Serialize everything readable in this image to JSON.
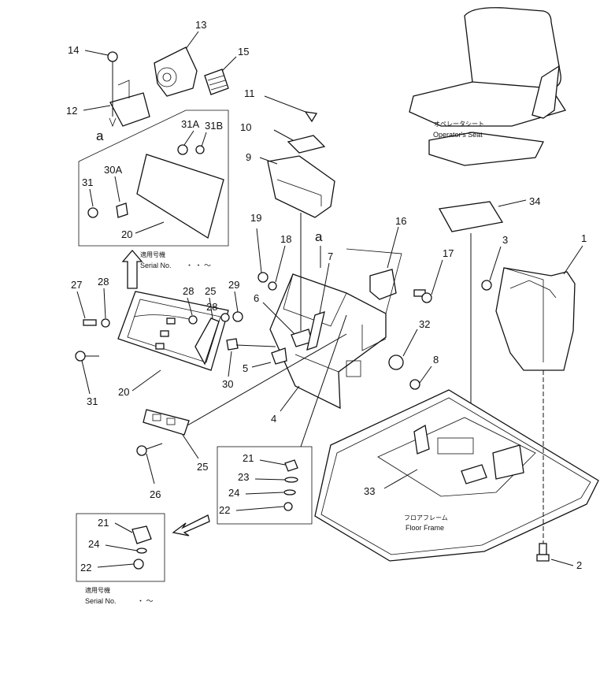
{
  "diagram": {
    "part_numbers": [
      "1",
      "2",
      "3",
      "4",
      "5",
      "6",
      "7",
      "8",
      "9",
      "10",
      "11",
      "12",
      "13",
      "14",
      "15",
      "16",
      "17",
      "18",
      "19",
      "20",
      "20",
      "21",
      "21",
      "22",
      "22",
      "23",
      "24",
      "24",
      "25",
      "25",
      "26",
      "27",
      "28",
      "28",
      "28",
      "29",
      "30",
      "30A",
      "31",
      "31",
      "31A",
      "31B",
      "32",
      "33",
      "34"
    ],
    "callouts": {
      "p1": "1",
      "p2": "2",
      "p3": "3",
      "p4": "4",
      "p5": "5",
      "p6": "6",
      "p7": "7",
      "p8": "8",
      "p9": "9",
      "p10": "10",
      "p11": "11",
      "p12": "12",
      "p13": "13",
      "p14": "14",
      "p15": "15",
      "p16": "16",
      "p17": "17",
      "p18": "18",
      "p19": "19",
      "p20a": "20",
      "p20b": "20",
      "p21a": "21",
      "p21b": "21",
      "p22a": "22",
      "p22b": "22",
      "p23": "23",
      "p24a": "24",
      "p24b": "24",
      "p25a": "25",
      "p25b": "25",
      "p26": "26",
      "p27": "27",
      "p28a": "28",
      "p28b": "28",
      "p28c": "28",
      "p29": "29",
      "p30": "30",
      "p30A": "30A",
      "p31a": "31",
      "p31b": "31",
      "p31A": "31A",
      "p31B": "31B",
      "p32": "32",
      "p33": "33",
      "p34": "34"
    },
    "ref_a1": "a",
    "ref_a2": "a",
    "seat_label_jp": "オペレータシート",
    "seat_label_en": "Operator's Seat",
    "floor_label_jp": "フロアフレーム",
    "floor_label_en": "Floor Frame",
    "serial1_jp": "適用号機",
    "serial1_en": "Serial No.",
    "serial1_range": "・ ・ ～",
    "serial2_jp": "適用号機",
    "serial2_en": "Serial No.",
    "serial2_range": "・ ～"
  },
  "colors": {
    "ink": "#111111",
    "paper": "#ffffff"
  }
}
